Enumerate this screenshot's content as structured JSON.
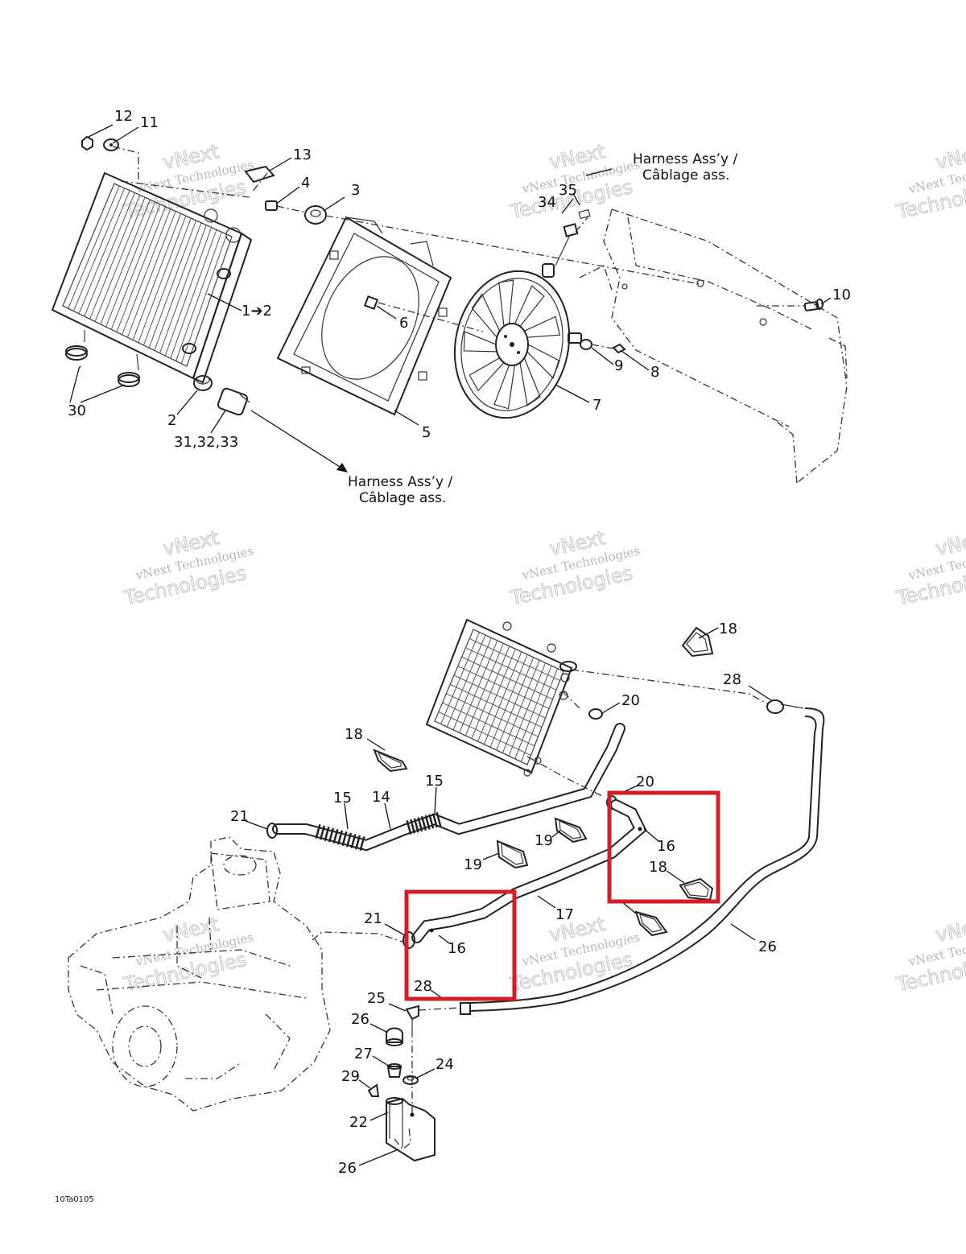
{
  "diagram": {
    "figure_code": "10Ta0105",
    "harness_note_top": {
      "line1": "Harness Ass’y /",
      "line2": "Câblage ass."
    },
    "harness_note_bottom": {
      "line1": "Harness Ass’y /",
      "line2": "Câblage ass."
    },
    "watermark": {
      "line1": "vNext Technologies",
      "line2": "vNext",
      "line3": "Technologies"
    },
    "callouts_top": {
      "c12": "12",
      "c11": "11",
      "c13": "13",
      "c4": "4",
      "c3": "3",
      "c35": "35",
      "c34": "34",
      "c10": "10",
      "c1to2": "1➔2",
      "c6": "6",
      "c9": "9",
      "c8": "8",
      "c7": "7",
      "c30": "30",
      "c2": "2",
      "c31_33": "31,32,33",
      "c5": "5"
    },
    "callouts_bottom": {
      "c18a": "18",
      "c28a": "28",
      "c20a": "20",
      "c18b": "18",
      "c15a": "15",
      "c15b": "15",
      "c14": "14",
      "c21a": "21",
      "c20b": "20",
      "c16a": "16",
      "c18c": "18",
      "c19a": "19",
      "c19b": "19",
      "c17": "17",
      "c21b": "21",
      "c16b": "16",
      "c26a": "26",
      "c28b": "28",
      "c25": "25",
      "c26b": "26",
      "c27": "27",
      "c24": "24",
      "c29": "29",
      "c22": "22",
      "c26c": "26"
    },
    "highlight_color": "#d21f26"
  }
}
